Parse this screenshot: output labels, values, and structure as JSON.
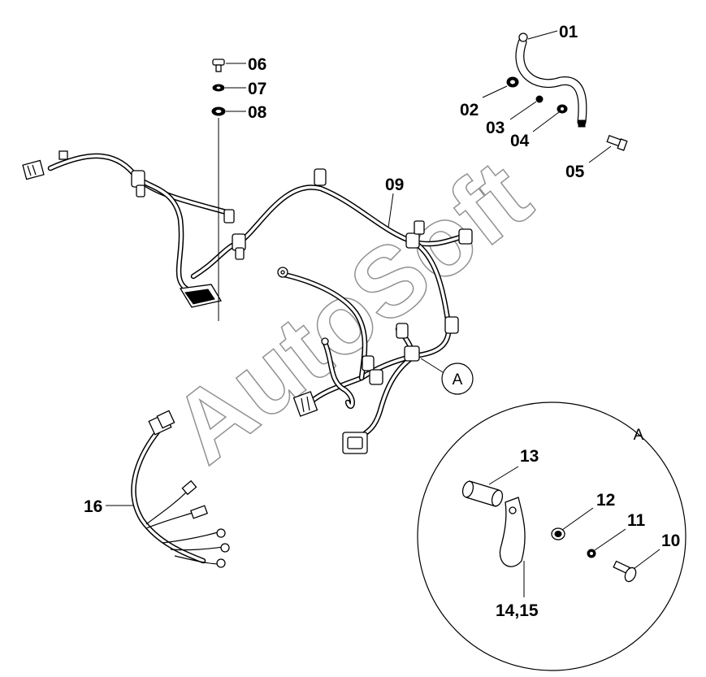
{
  "watermark": "AutoSoft",
  "detail_callout": "A",
  "detail_view_label": "A",
  "parts": {
    "p01": "01",
    "p02": "02",
    "p03": "03",
    "p04": "04",
    "p05": "05",
    "p06": "06",
    "p07": "07",
    "p08": "08",
    "p09": "09",
    "p10": "10",
    "p11": "11",
    "p12": "12",
    "p13": "13",
    "p14_15": "14,15",
    "p16": "16"
  }
}
